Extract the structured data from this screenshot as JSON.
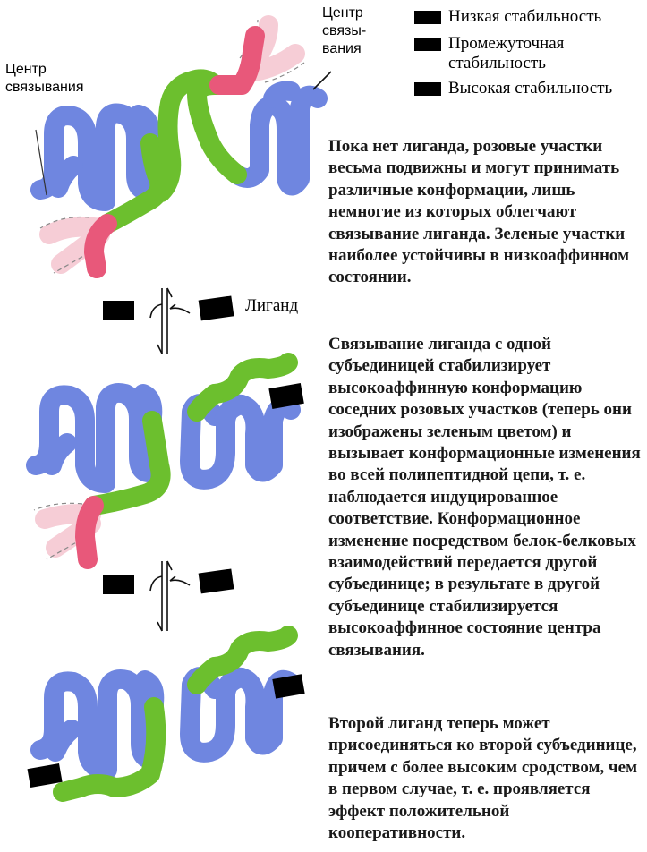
{
  "labels": {
    "binding_site_left": "Центр связывания",
    "binding_site_right": "Центр связы- вания",
    "ligand": "Лиганд"
  },
  "legend": [
    {
      "label": "Низкая стабильность"
    },
    {
      "label": "Промежуточная стабильность"
    },
    {
      "label": "Высокая стабильность"
    }
  ],
  "paragraphs": [
    "Пока нет лиганда, розовые участки весьма подвижны и могут принимать различные конформации, лишь немногие из которых облегчают связывание лиганда. Зеленые участки наиболее устойчивы в низкоаффинном состоянии.",
    "Связывание лиганда с одной субъединицей стабилизирует высокоаффинную конформацию соседних розовых участков (теперь они изображены зеленым цветом) и вызывает конформационные изменения во всей полипептидной цепи, т. е. наблюдается индуцированное соответствие. Конформационное изменение посредством белок-белковых взаимодействий передается другой субъединице; в результате в другой субъединице стабилизируется высокоаффинное состояние центра связывания.",
    "Второй лиганд теперь может присоединяться ко второй субъединице, причем с более высоким сродством, чем в первом случае, т. е. проявляется эффект положительной кооперативности."
  ],
  "colors": {
    "blue": "#6f86e0",
    "green": "#6cbf2e",
    "pink": "#e8587a",
    "pale_pink": "#f6cdd6",
    "black": "#000000"
  }
}
